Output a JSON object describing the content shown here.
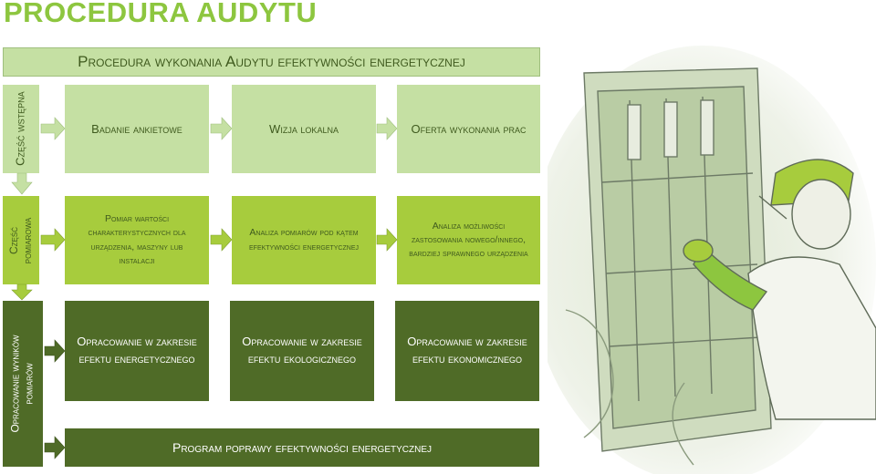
{
  "title": "PROCEDURA AUDYTU",
  "banner": "Procedura wykonania Audytu efektywności energetycznej",
  "rows": [
    {
      "label": "Część wstępna",
      "boxes": [
        "Badanie ankietowe",
        "Wizja lokalna",
        "Oferta wykonania prac"
      ]
    },
    {
      "label_line1": "Część",
      "label_line2": "pomiarowa",
      "boxes": [
        "Pomiar wartości charakterystycznych dla urządzenia, maszyny lub instalacji",
        "Analiza pomiarów pod kątem efektywności energetycznej",
        "Analiza możliwości zastosowania nowego/innego, bardziej sprawnego urządzenia"
      ]
    },
    {
      "label_line1": "Opracowanie wyników",
      "label_line2": "pomiarów",
      "boxes": [
        "Opracowanie w zakresie efektu energetycznego",
        "Opracowanie w zakresie efektu ekologicznego",
        "Opracowanie w zakresie efektu ekonomicznego"
      ]
    }
  ],
  "bottom_box": "Program poprawy efektywności energetycznej",
  "colors": {
    "title": "#8dc63f",
    "light": "#c5e0a3",
    "mid": "#a7cc3d",
    "dark": "#4f6b27",
    "text_dark": "#3f5a1e"
  },
  "illustration": "worker-at-electrical-cabinet-sketch"
}
